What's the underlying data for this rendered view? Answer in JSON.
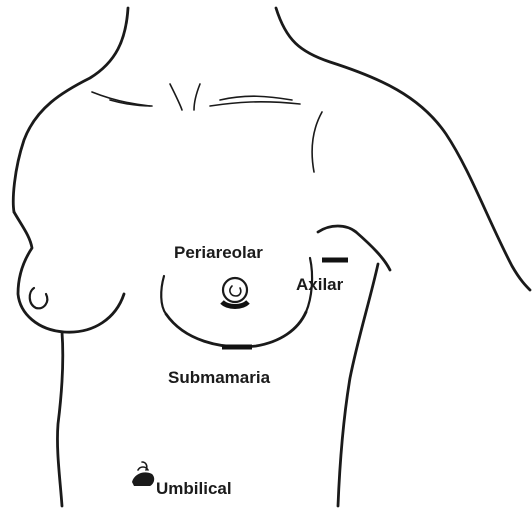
{
  "labels": {
    "periareolar": "Periareolar",
    "axilar": "Axilar",
    "submamaria": "Submamaria",
    "umbilical": "Umbilical"
  },
  "colors": {
    "ink": "#1a1a1a",
    "background": "#ffffff"
  },
  "icons": {
    "umbilical_marker": "navel-icon"
  }
}
